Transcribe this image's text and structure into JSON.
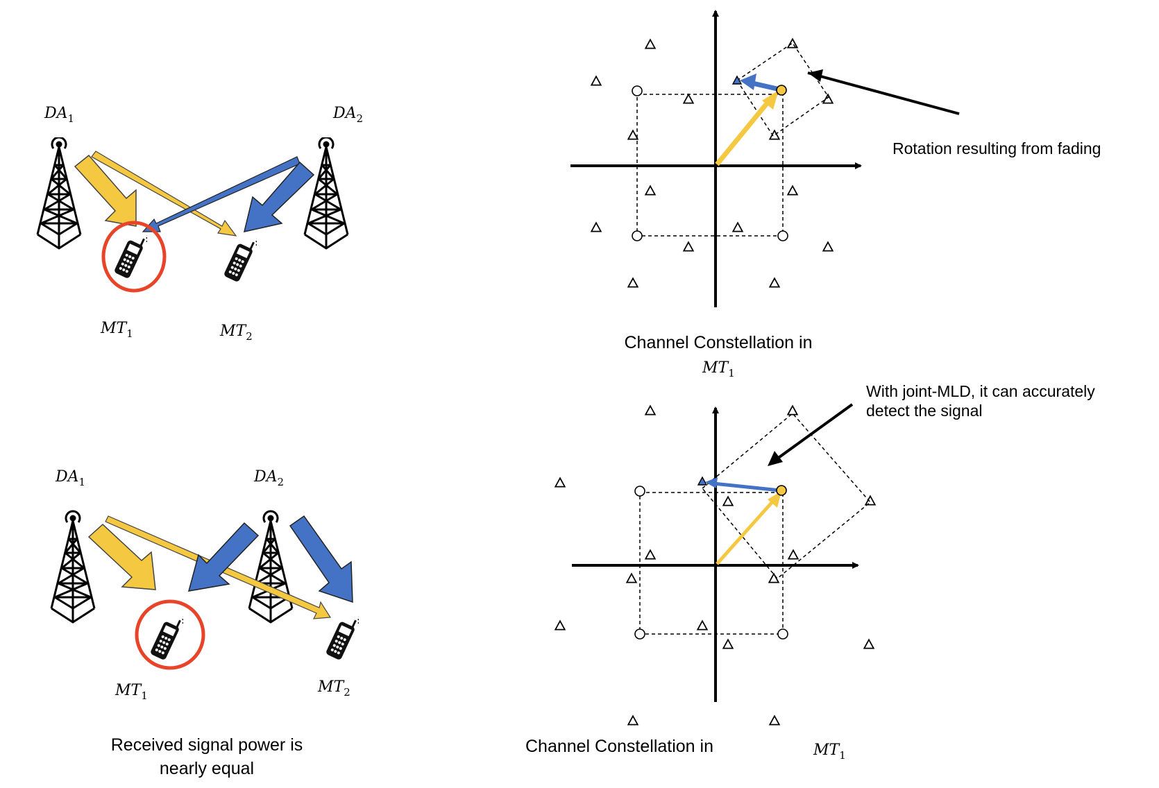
{
  "colors": {
    "yellow": "#F5C842",
    "blue": "#4472C4",
    "red_circle": "#E8442A",
    "black": "#000000"
  },
  "top_scene": {
    "da1": {
      "name": "DA",
      "sub": "1"
    },
    "da2": {
      "name": "DA",
      "sub": "2"
    },
    "mt1": {
      "name": "MT",
      "sub": "1"
    },
    "mt2": {
      "name": "MT",
      "sub": "2"
    }
  },
  "bottom_scene": {
    "da1": {
      "name": "DA",
      "sub": "1"
    },
    "da2": {
      "name": "DA",
      "sub": "2"
    },
    "mt1": {
      "name": "MT",
      "sub": "1"
    },
    "mt2": {
      "name": "MT",
      "sub": "2"
    },
    "caption_line1": "Received signal power is",
    "caption_line2": "nearly equal"
  },
  "top_constellation": {
    "annotation": "Rotation resulting from fading",
    "caption_line1": "Channel Constellation in",
    "caption_mt": "MT",
    "caption_sub": "1"
  },
  "bottom_constellation": {
    "annotation_line1": "With joint-MLD, it can accurately",
    "annotation_line2": "detect the signal",
    "caption": "Channel Constellation in",
    "caption_mt": "MT",
    "caption_sub": "1"
  },
  "icons": {
    "tower": "antenna-tower-icon",
    "phone": "mobile-phone-icon"
  }
}
